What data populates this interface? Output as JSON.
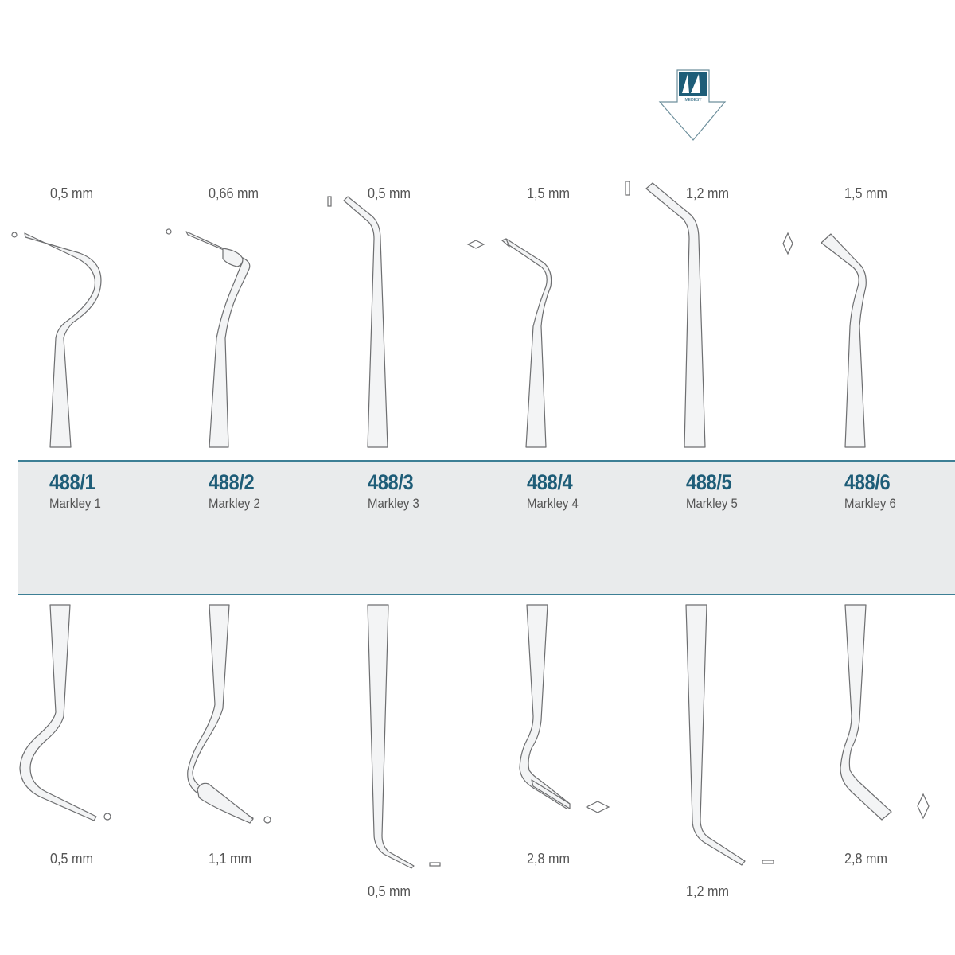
{
  "brand": {
    "logo_text": "MEDESY",
    "logo_color": "#1e5d78"
  },
  "instruments": [
    {
      "code": "488/1",
      "model": "Markley 1",
      "top_size": "0,5 mm",
      "bottom_size": "0,5 mm"
    },
    {
      "code": "488/2",
      "model": "Markley 2",
      "top_size": "0,66 mm",
      "bottom_size": "1,1 mm"
    },
    {
      "code": "488/3",
      "model": "Markley 3",
      "top_size": "0,5 mm",
      "bottom_size": "0,5 mm"
    },
    {
      "code": "488/4",
      "model": "Markley 4",
      "top_size": "1,5 mm",
      "bottom_size": "2,8 mm"
    },
    {
      "code": "488/5",
      "model": "Markley 5",
      "top_size": "1,2 mm",
      "bottom_size": "1,2 mm"
    },
    {
      "code": "488/6",
      "model": "Markley 6",
      "top_size": "1,5 mm",
      "bottom_size": "2,8 mm"
    }
  ],
  "colors": {
    "accent": "#1e5d78",
    "band_border": "#3d7f95",
    "band_fill": "#e9ebec"
  }
}
